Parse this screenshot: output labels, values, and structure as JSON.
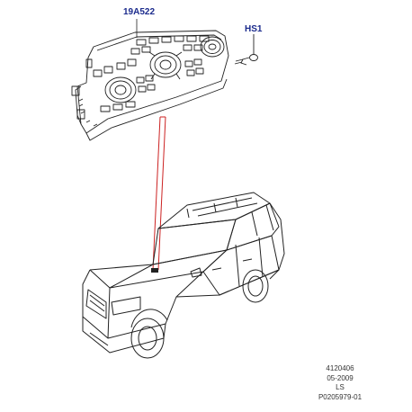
{
  "callouts": {
    "panel_part": "19A522",
    "screw_part": "HS1"
  },
  "footer": {
    "ref_number": "4120406",
    "date": "05-2009",
    "code": "LS",
    "image_id": "P0205979-01"
  },
  "colors": {
    "callout_text": "#1a2a8c",
    "leader_red": "#cc2222",
    "line_art": "#222222"
  }
}
